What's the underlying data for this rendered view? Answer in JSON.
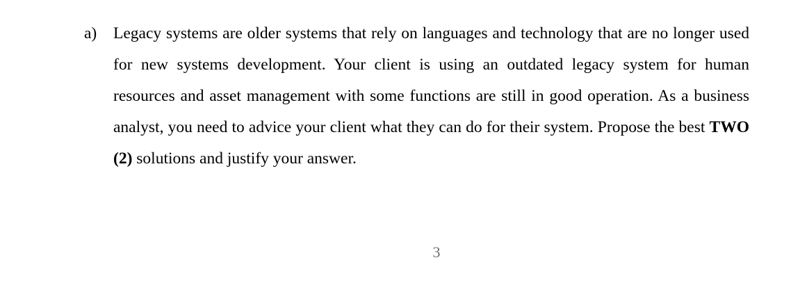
{
  "document": {
    "background_color": "#ffffff",
    "text_color": "#000000",
    "question": {
      "label": "a)",
      "text_before_bold": "Legacy systems are older systems that rely on languages and technology that are no longer used for new systems development. Your client is using an outdated legacy system for human resources and asset management with some functions are still in good operation. As a business analyst, you need to advice your client what they can do for their system. Propose the best ",
      "bold_text": "TWO (2)",
      "text_after_bold": " solutions and justify your answer.",
      "full_text": "a) Legacy systems are older systems that rely on languages and technology that are no longer used for new systems development. Your client is using an outdated legacy system for human resources and asset management with some functions are still in good operation. As a business analyst, you need to advice your client what they can do for their system. Propose the best TWO (2) solutions and justify your answer."
    },
    "footer": {
      "page_number": "3",
      "page_number_color": "#6f6f6f"
    }
  }
}
